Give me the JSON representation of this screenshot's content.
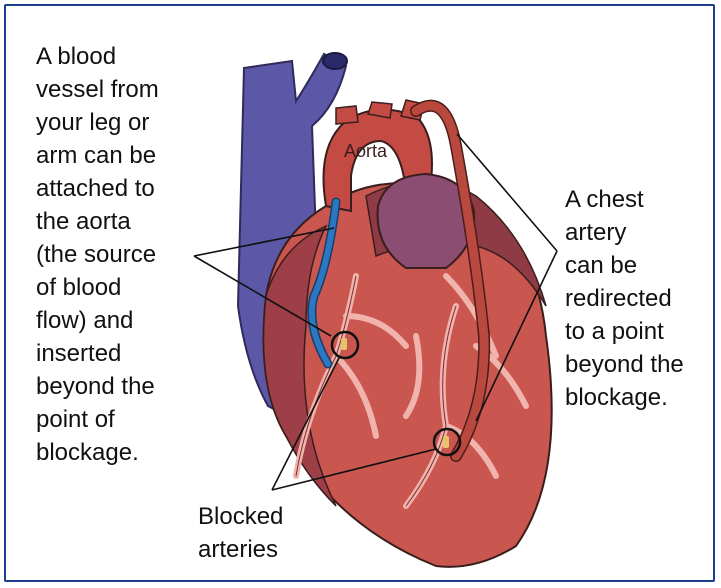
{
  "labels": {
    "vessel_graft": "A blood\nvessel from\nyour leg or\narm can be\nattached to\nthe aorta\n(the source\nof blood\nflow) and\ninserted\nbeyond the\npoint of\nblockage.",
    "aorta": "Aorta",
    "chest_artery": "A chest\nartery\ncan be\nredirected\nto a point\nbeyond the\nblockage.",
    "blocked_arteries": "Blocked\narteries"
  },
  "colors": {
    "frame": "#1f3d8f",
    "heart_body": "#c9564f",
    "heart_dark": "#8e3b45",
    "vein_blue": "#5d57a8",
    "coronary": "#f0b4ac",
    "graft_blue": "#2b78c0",
    "chest_artery": "#b9483f"
  }
}
